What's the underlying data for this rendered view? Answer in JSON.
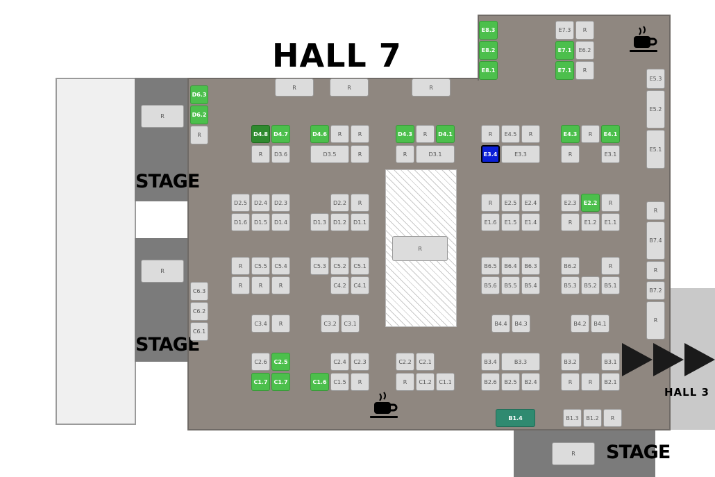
{
  "titles": {
    "hall7": "HALL 7",
    "hall3": "HALL 3"
  },
  "stages": [
    "STAGE",
    "STAGE",
    "STAGE"
  ],
  "booths": [
    {
      "label": "E8.3",
      "status": "green"
    },
    {
      "label": "E8.2",
      "status": "green"
    },
    {
      "label": "E8.1",
      "status": "green"
    },
    {
      "label": "E7.3",
      "status": "available"
    },
    {
      "label": "R",
      "status": "available"
    },
    {
      "label": "E7.1",
      "status": "green"
    },
    {
      "label": "E6.2",
      "status": "available"
    },
    {
      "label": "E7.1",
      "status": "green"
    },
    {
      "label": "R",
      "status": "available"
    },
    {
      "label": "E5.3",
      "status": "available"
    },
    {
      "label": "E5.2",
      "status": "available"
    },
    {
      "label": "E5.1",
      "status": "available"
    },
    {
      "label": "R",
      "status": "available"
    },
    {
      "label": "R",
      "status": "available"
    },
    {
      "label": "R",
      "status": "available"
    },
    {
      "label": "R",
      "status": "available"
    },
    {
      "label": "D6.3",
      "status": "green"
    },
    {
      "label": "D6.2",
      "status": "green"
    },
    {
      "label": "R",
      "status": "available"
    },
    {
      "label": "D4.8",
      "status": "darkgreen"
    },
    {
      "label": "D4.7",
      "status": "green"
    },
    {
      "label": "R",
      "status": "available"
    },
    {
      "label": "D3.6",
      "status": "available"
    },
    {
      "label": "D4.6",
      "status": "green"
    },
    {
      "label": "R",
      "status": "available"
    },
    {
      "label": "R",
      "status": "available"
    },
    {
      "label": "D3.5",
      "status": "available"
    },
    {
      "label": "R",
      "status": "available"
    },
    {
      "label": "D4.3",
      "status": "green"
    },
    {
      "label": "R",
      "status": "available"
    },
    {
      "label": "D4.1",
      "status": "green"
    },
    {
      "label": "R",
      "status": "available"
    },
    {
      "label": "D3.1",
      "status": "available"
    },
    {
      "label": "R",
      "status": "available"
    },
    {
      "label": "E4.5",
      "status": "available"
    },
    {
      "label": "R",
      "status": "available"
    },
    {
      "label": "E3.4",
      "status": "selected"
    },
    {
      "label": "E3.3",
      "status": "available"
    },
    {
      "label": "E4.3",
      "status": "green"
    },
    {
      "label": "R",
      "status": "available"
    },
    {
      "label": "E4.1",
      "status": "green"
    },
    {
      "label": "R",
      "status": "available"
    },
    {
      "label": "E3.1",
      "status": "available"
    },
    {
      "label": "D2.5",
      "status": "available"
    },
    {
      "label": "D2.4",
      "status": "available"
    },
    {
      "label": "D2.3",
      "status": "available"
    },
    {
      "label": "D1.6",
      "status": "available"
    },
    {
      "label": "D1.5",
      "status": "available"
    },
    {
      "label": "D1.4",
      "status": "available"
    },
    {
      "label": "D2.2",
      "status": "available"
    },
    {
      "label": "R",
      "status": "available"
    },
    {
      "label": "D1.3",
      "status": "available"
    },
    {
      "label": "D1.2",
      "status": "available"
    },
    {
      "label": "D1.1",
      "status": "available"
    },
    {
      "label": "R",
      "status": "available"
    },
    {
      "label": "R",
      "status": "available"
    },
    {
      "label": "E2.5",
      "status": "available"
    },
    {
      "label": "E2.4",
      "status": "available"
    },
    {
      "label": "E1.6",
      "status": "available"
    },
    {
      "label": "E1.5",
      "status": "available"
    },
    {
      "label": "E1.4",
      "status": "available"
    },
    {
      "label": "E2.3",
      "status": "available"
    },
    {
      "label": "E2.2",
      "status": "green"
    },
    {
      "label": "R",
      "status": "available"
    },
    {
      "label": "R",
      "status": "available"
    },
    {
      "label": "E1.2",
      "status": "available"
    },
    {
      "label": "E1.1",
      "status": "available"
    },
    {
      "label": "R",
      "status": "available"
    },
    {
      "label": "B7.4",
      "status": "available"
    },
    {
      "label": "R",
      "status": "available"
    },
    {
      "label": "B7.2",
      "status": "available"
    },
    {
      "label": "R",
      "status": "available"
    },
    {
      "label": "R",
      "status": "available"
    },
    {
      "label": "R",
      "status": "available"
    },
    {
      "label": "C5.5",
      "status": "available"
    },
    {
      "label": "C5.4",
      "status": "available"
    },
    {
      "label": "R",
      "status": "available"
    },
    {
      "label": "R",
      "status": "available"
    },
    {
      "label": "R",
      "status": "available"
    },
    {
      "label": "C5.3",
      "status": "available"
    },
    {
      "label": "C5.2",
      "status": "available"
    },
    {
      "label": "C5.1",
      "status": "available"
    },
    {
      "label": "C4.2",
      "status": "available"
    },
    {
      "label": "C4.1",
      "status": "available"
    },
    {
      "label": "B6.5",
      "status": "available"
    },
    {
      "label": "B6.4",
      "status": "available"
    },
    {
      "label": "B6.3",
      "status": "available"
    },
    {
      "label": "B5.6",
      "status": "available"
    },
    {
      "label": "B5.5",
      "status": "available"
    },
    {
      "label": "B5.4",
      "status": "available"
    },
    {
      "label": "B6.2",
      "status": "available"
    },
    {
      "label": "R",
      "status": "available"
    },
    {
      "label": "B5.3",
      "status": "available"
    },
    {
      "label": "B5.2",
      "status": "available"
    },
    {
      "label": "B5.1",
      "status": "available"
    },
    {
      "label": "C6.3",
      "status": "available"
    },
    {
      "label": "C6.2",
      "status": "available"
    },
    {
      "label": "C6.1",
      "status": "available"
    },
    {
      "label": "C3.4",
      "status": "available"
    },
    {
      "label": "R",
      "status": "available"
    },
    {
      "label": "C3.2",
      "status": "available"
    },
    {
      "label": "C3.1",
      "status": "available"
    },
    {
      "label": "B4.4",
      "status": "available"
    },
    {
      "label": "B4.3",
      "status": "available"
    },
    {
      "label": "B4.2",
      "status": "available"
    },
    {
      "label": "B4.1",
      "status": "available"
    },
    {
      "label": "C2.6",
      "status": "available"
    },
    {
      "label": "C2.5",
      "status": "green"
    },
    {
      "label": "C1.7",
      "status": "green"
    },
    {
      "label": "C1.7",
      "status": "green"
    },
    {
      "label": "C2.4",
      "status": "available"
    },
    {
      "label": "C2.3",
      "status": "available"
    },
    {
      "label": "C1.6",
      "status": "green"
    },
    {
      "label": "C1.5",
      "status": "available"
    },
    {
      "label": "R",
      "status": "available"
    },
    {
      "label": "C2.2",
      "status": "available"
    },
    {
      "label": "C2.1",
      "status": "available"
    },
    {
      "label": "R",
      "status": "available"
    },
    {
      "label": "C1.2",
      "status": "available"
    },
    {
      "label": "C1.1",
      "status": "available"
    },
    {
      "label": "B3.4",
      "status": "available"
    },
    {
      "label": "B3.3",
      "status": "available"
    },
    {
      "label": "B2.6",
      "status": "available"
    },
    {
      "label": "B2.5",
      "status": "available"
    },
    {
      "label": "B2.4",
      "status": "available"
    },
    {
      "label": "B3.2",
      "status": "available"
    },
    {
      "label": "B3.1",
      "status": "available"
    },
    {
      "label": "R",
      "status": "available"
    },
    {
      "label": "R",
      "status": "available"
    },
    {
      "label": "B2.1",
      "status": "available"
    },
    {
      "label": "B1.4",
      "status": "teal"
    },
    {
      "label": "B1.3",
      "status": "available"
    },
    {
      "label": "B1.2",
      "status": "available"
    },
    {
      "label": "R",
      "status": "available"
    },
    {
      "label": "R",
      "status": "available"
    },
    {
      "label": "R",
      "status": "available"
    },
    {
      "label": "R",
      "status": "available"
    },
    {
      "label": "R",
      "status": "available"
    }
  ]
}
